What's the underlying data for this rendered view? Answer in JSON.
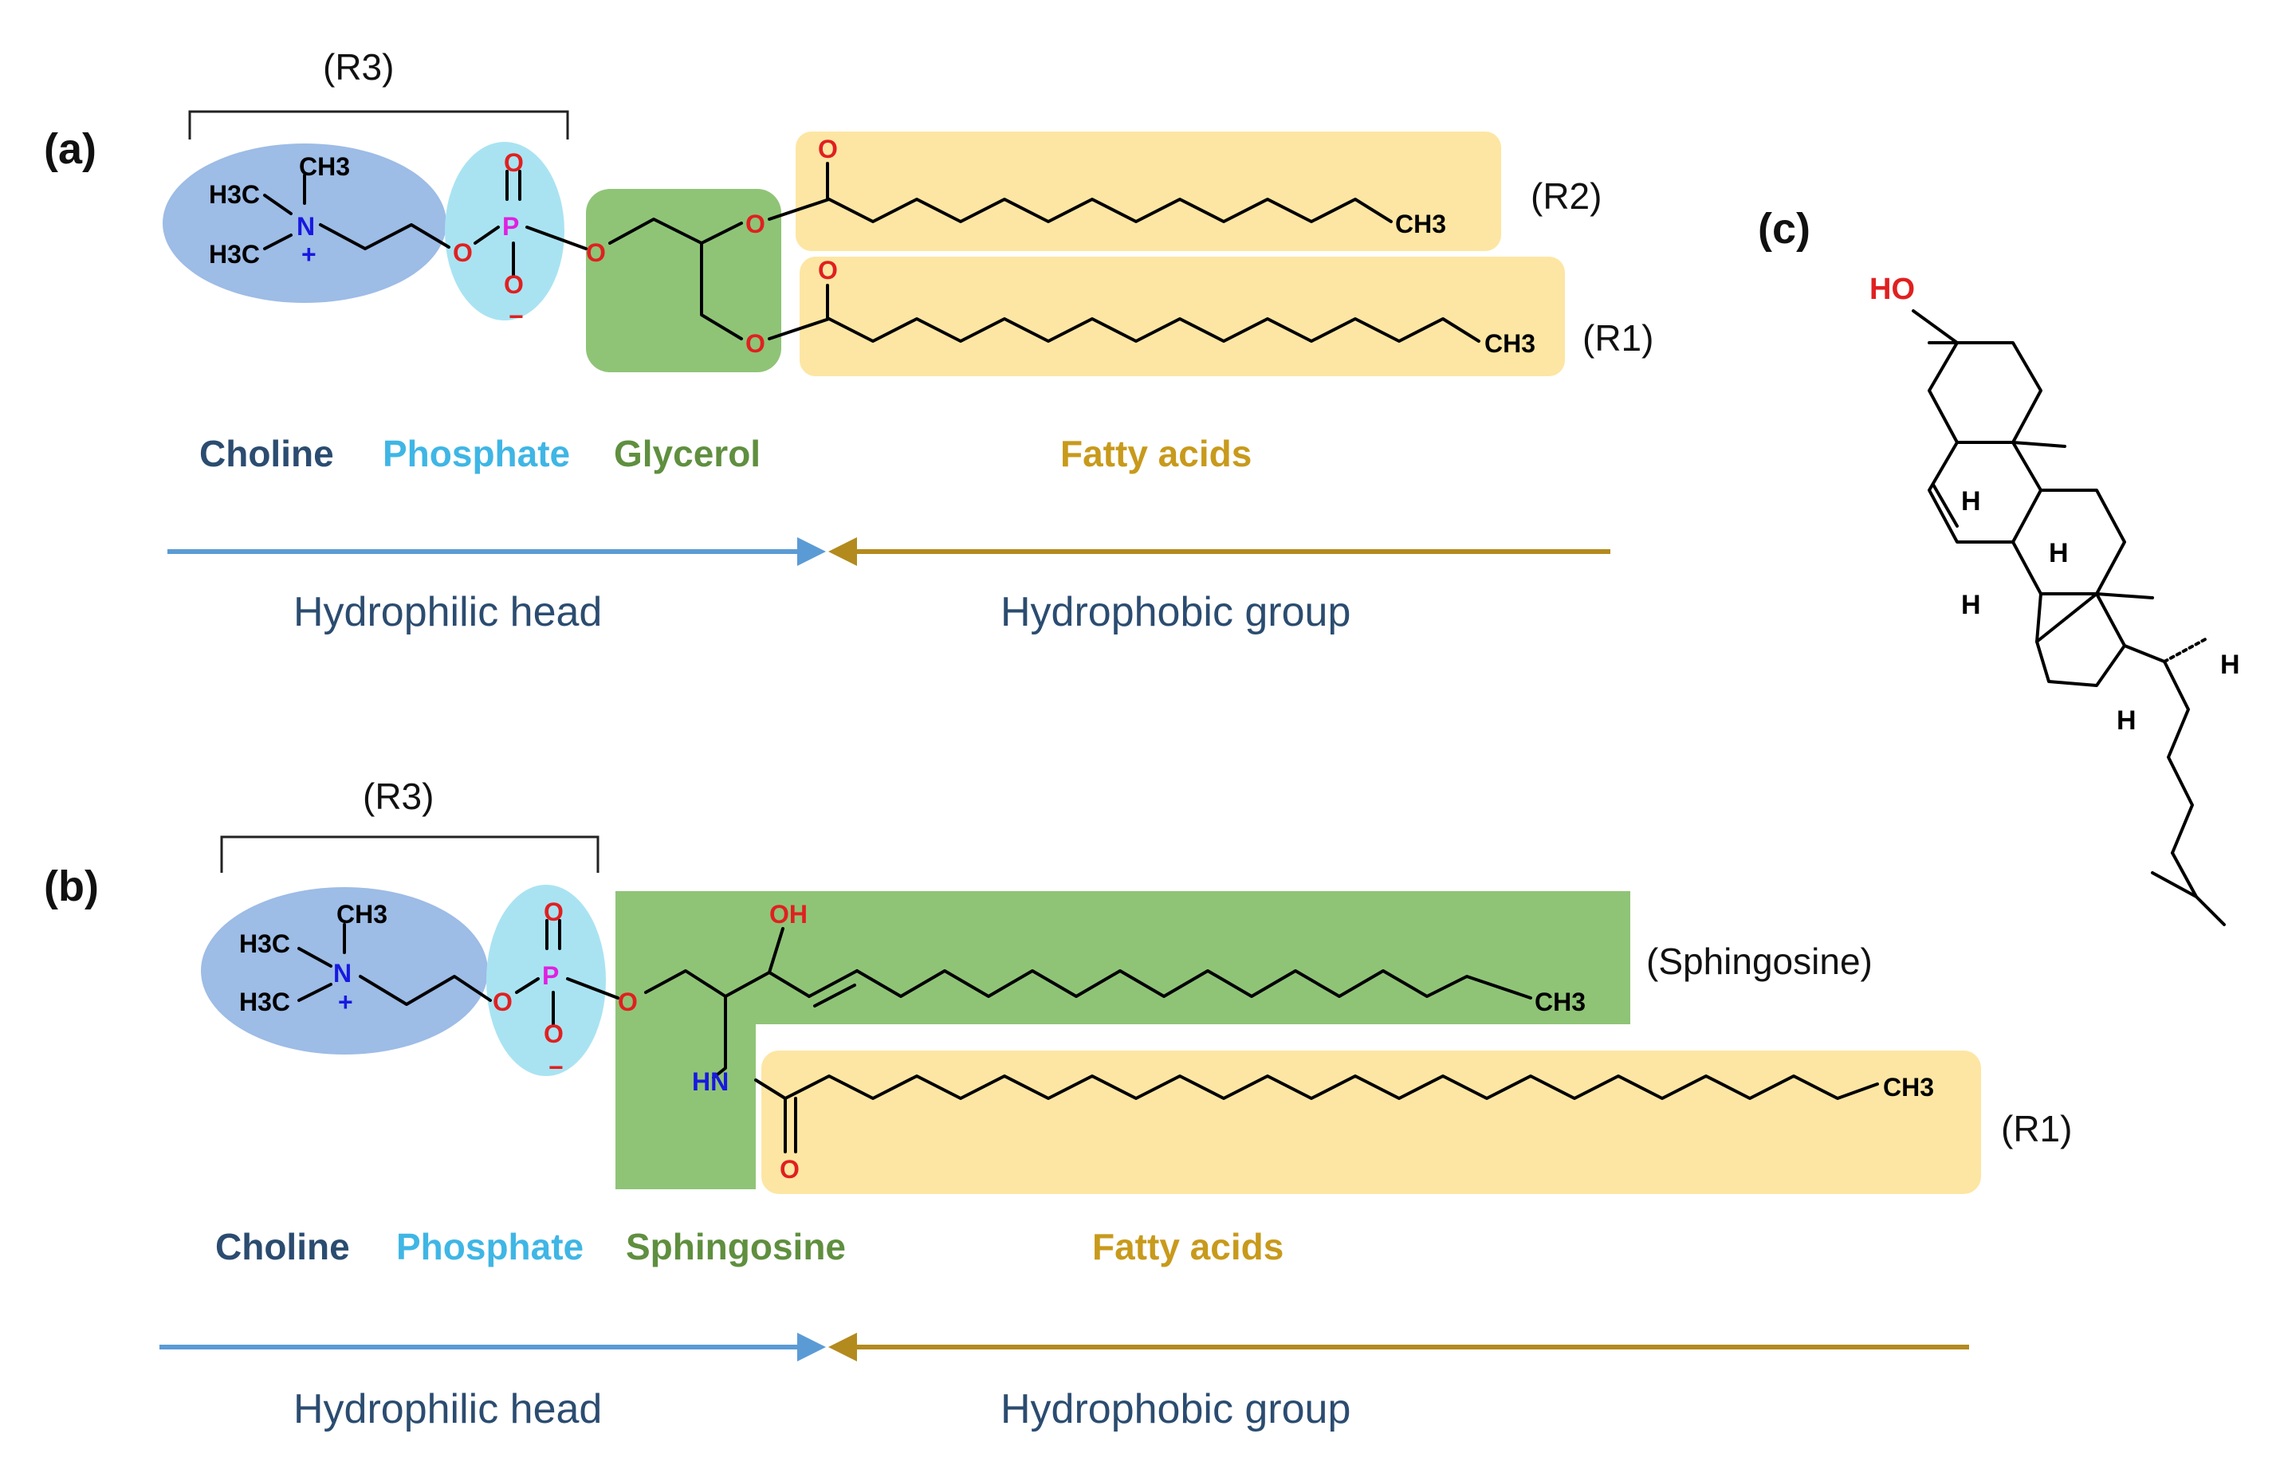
{
  "panels": {
    "a": "(a)",
    "b": "(b)",
    "c": "(c)"
  },
  "colors": {
    "choline": "#9dbce6",
    "phosphate": "#a9e3f2",
    "glycerol": "#8fc477",
    "fatty": "#fde6a3",
    "choline_text": "#2b4c70",
    "phosphate_text": "#3fb6e5",
    "sphingosine_text": "#5f8f3f",
    "fatty_text": "#c89a1c",
    "hydrophilic_arrow": "#5b9bd5",
    "hydrophobic_arrow": "#b38a1e",
    "oxygen": "#e02020",
    "phosphorus": "#e020e0",
    "nitrogen": "#1818e0"
  },
  "a": {
    "bracket_label": "(R3)",
    "r2": "(R2)",
    "r1": "(R1)",
    "components": {
      "choline": "Choline",
      "phosphate": "Phosphate",
      "glycerol": "Glycerol",
      "fatty": "Fatty acids"
    },
    "hydrophilic": "Hydrophilic head",
    "hydrophobic": "Hydrophobic group"
  },
  "b": {
    "bracket_label": "(R3)",
    "sphingosine_label": "(Sphingosine)",
    "r1": "(R1)",
    "components": {
      "choline": "Choline",
      "phosphate": "Phosphate",
      "sphingosine": "Sphingosine",
      "fatty": "Fatty acids"
    },
    "hydrophilic": "Hydrophilic head",
    "hydrophobic": "Hydrophobic group"
  },
  "atoms": {
    "ch3": "CH3",
    "h3c": "H3C",
    "n": "N",
    "plus": "+",
    "minus": "−",
    "o": "O",
    "p": "P",
    "oh": "OH",
    "hn": "HN",
    "ho": "HO",
    "h": "H"
  }
}
